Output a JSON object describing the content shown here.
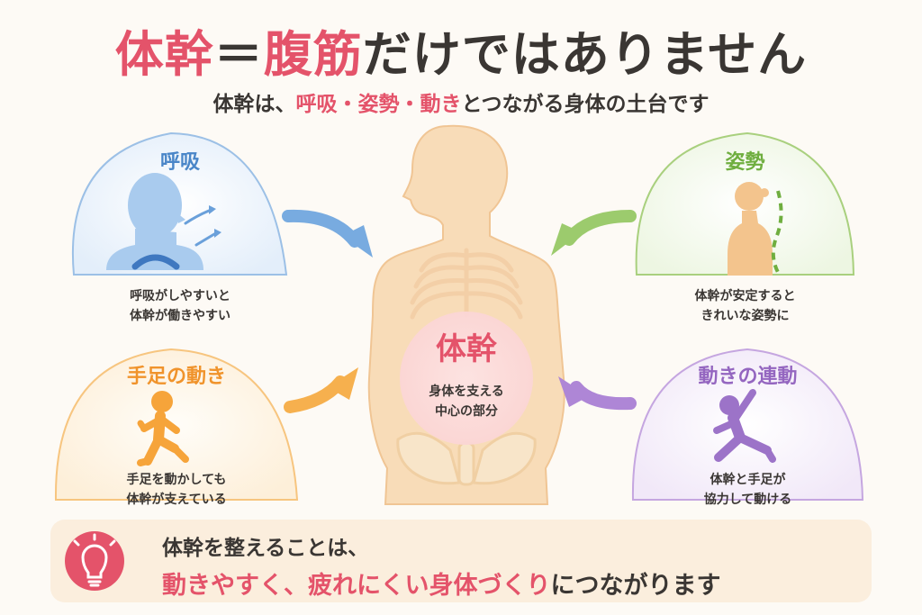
{
  "title": {
    "part1": "体幹",
    "part2": "＝",
    "part3": "腹筋",
    "part4": "だけではありません"
  },
  "subtitle": {
    "part1": "体幹は、",
    "part2": "呼吸・姿勢・動き",
    "part3": "とつながる身体の土台です"
  },
  "core": {
    "title": "体幹",
    "desc_line1": "身体を支える",
    "desc_line2": "中心の部分"
  },
  "panels": {
    "breathing": {
      "title": "呼吸",
      "line1": "呼吸がしやすいと",
      "line2": "体幹が働きやすい",
      "color": "#4a86c8"
    },
    "posture": {
      "title": "姿勢",
      "line1": "体幹が安定すると",
      "line2": "きれいな姿勢に",
      "color": "#6fae3f"
    },
    "limbs": {
      "title": "手足の動き",
      "line1": "手足を動かしても",
      "line2": "体幹が支えている",
      "color": "#f0932b"
    },
    "movement": {
      "title": "動きの連動",
      "line1": "体幹と手足が",
      "line2": "協力して動ける",
      "color": "#9466c0"
    }
  },
  "tip": {
    "line1": "体幹を整えることは、",
    "line2_accent": "動きやすく、疲れにくい身体づくり",
    "line2_rest": "につながります",
    "icon": "lightbulb-icon"
  },
  "colors": {
    "accent": "#e4536a",
    "body": "#f8d9b4",
    "tip_background": "#fbeedd"
  }
}
